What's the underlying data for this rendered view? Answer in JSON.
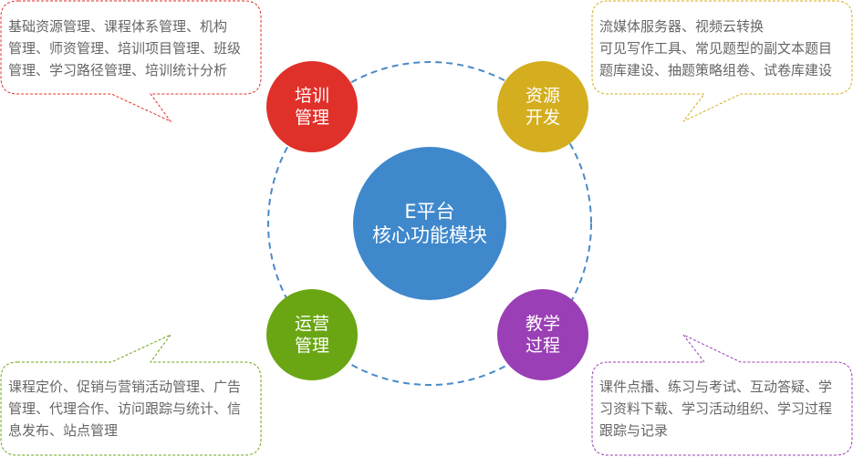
{
  "center": {
    "line1": "E平台",
    "line2": "核心功能模块",
    "color": "#3f88cc"
  },
  "modules": {
    "training": {
      "line1": "培训",
      "line2": "管理",
      "color": "#e0302a",
      "desc": [
        "基础资源管理、课程体系管理、机构",
        "管理、师资管理、培训项目管理、班级",
        "管理、学习路径管理、培训统计分析"
      ]
    },
    "resources": {
      "line1": "资源",
      "line2": "开发",
      "color": "#d4ae1e",
      "desc": [
        "流媒体服务器、视频云转换",
        "可见写作工具、常见题型的副文本题目",
        "题库建设、抽题策略组卷、试卷库建设"
      ]
    },
    "operations": {
      "line1": "运营",
      "line2": "管理",
      "color": "#6aa614",
      "desc": [
        "课程定价、促销与营销活动管理、广告",
        "管理、代理合作、访问跟踪与统计、信",
        "息发布、站点管理"
      ]
    },
    "teaching": {
      "line1": "教学",
      "line2": "过程",
      "color": "#9a3fb5",
      "desc": [
        "课件点播、练习与考试、互动答疑、学",
        "习资料下载、学习活动组织、学习过程",
        "跟踪与记录"
      ]
    }
  }
}
